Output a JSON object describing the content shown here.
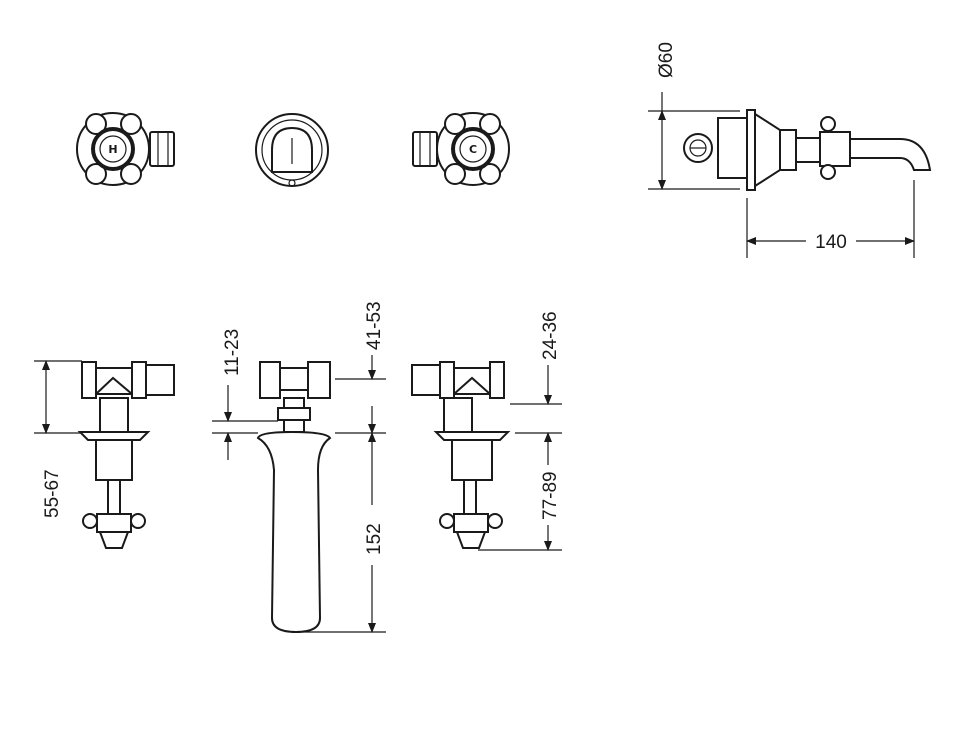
{
  "drawing": {
    "top_views": {
      "hot_handle_mark": "H",
      "cold_handle_mark": "C"
    },
    "side_view": {
      "diameter_label": "Ø60",
      "projection_label": "140"
    },
    "front_views": {
      "hot_valve_height": "55-67",
      "spout_nut_gap": "11-23",
      "spout_connector_height": "41-53",
      "spout_length": "152",
      "cold_valve_connector": "24-36",
      "cold_valve_height": "77-89"
    },
    "line_color": "#1a1a1a",
    "background": "#ffffff"
  }
}
